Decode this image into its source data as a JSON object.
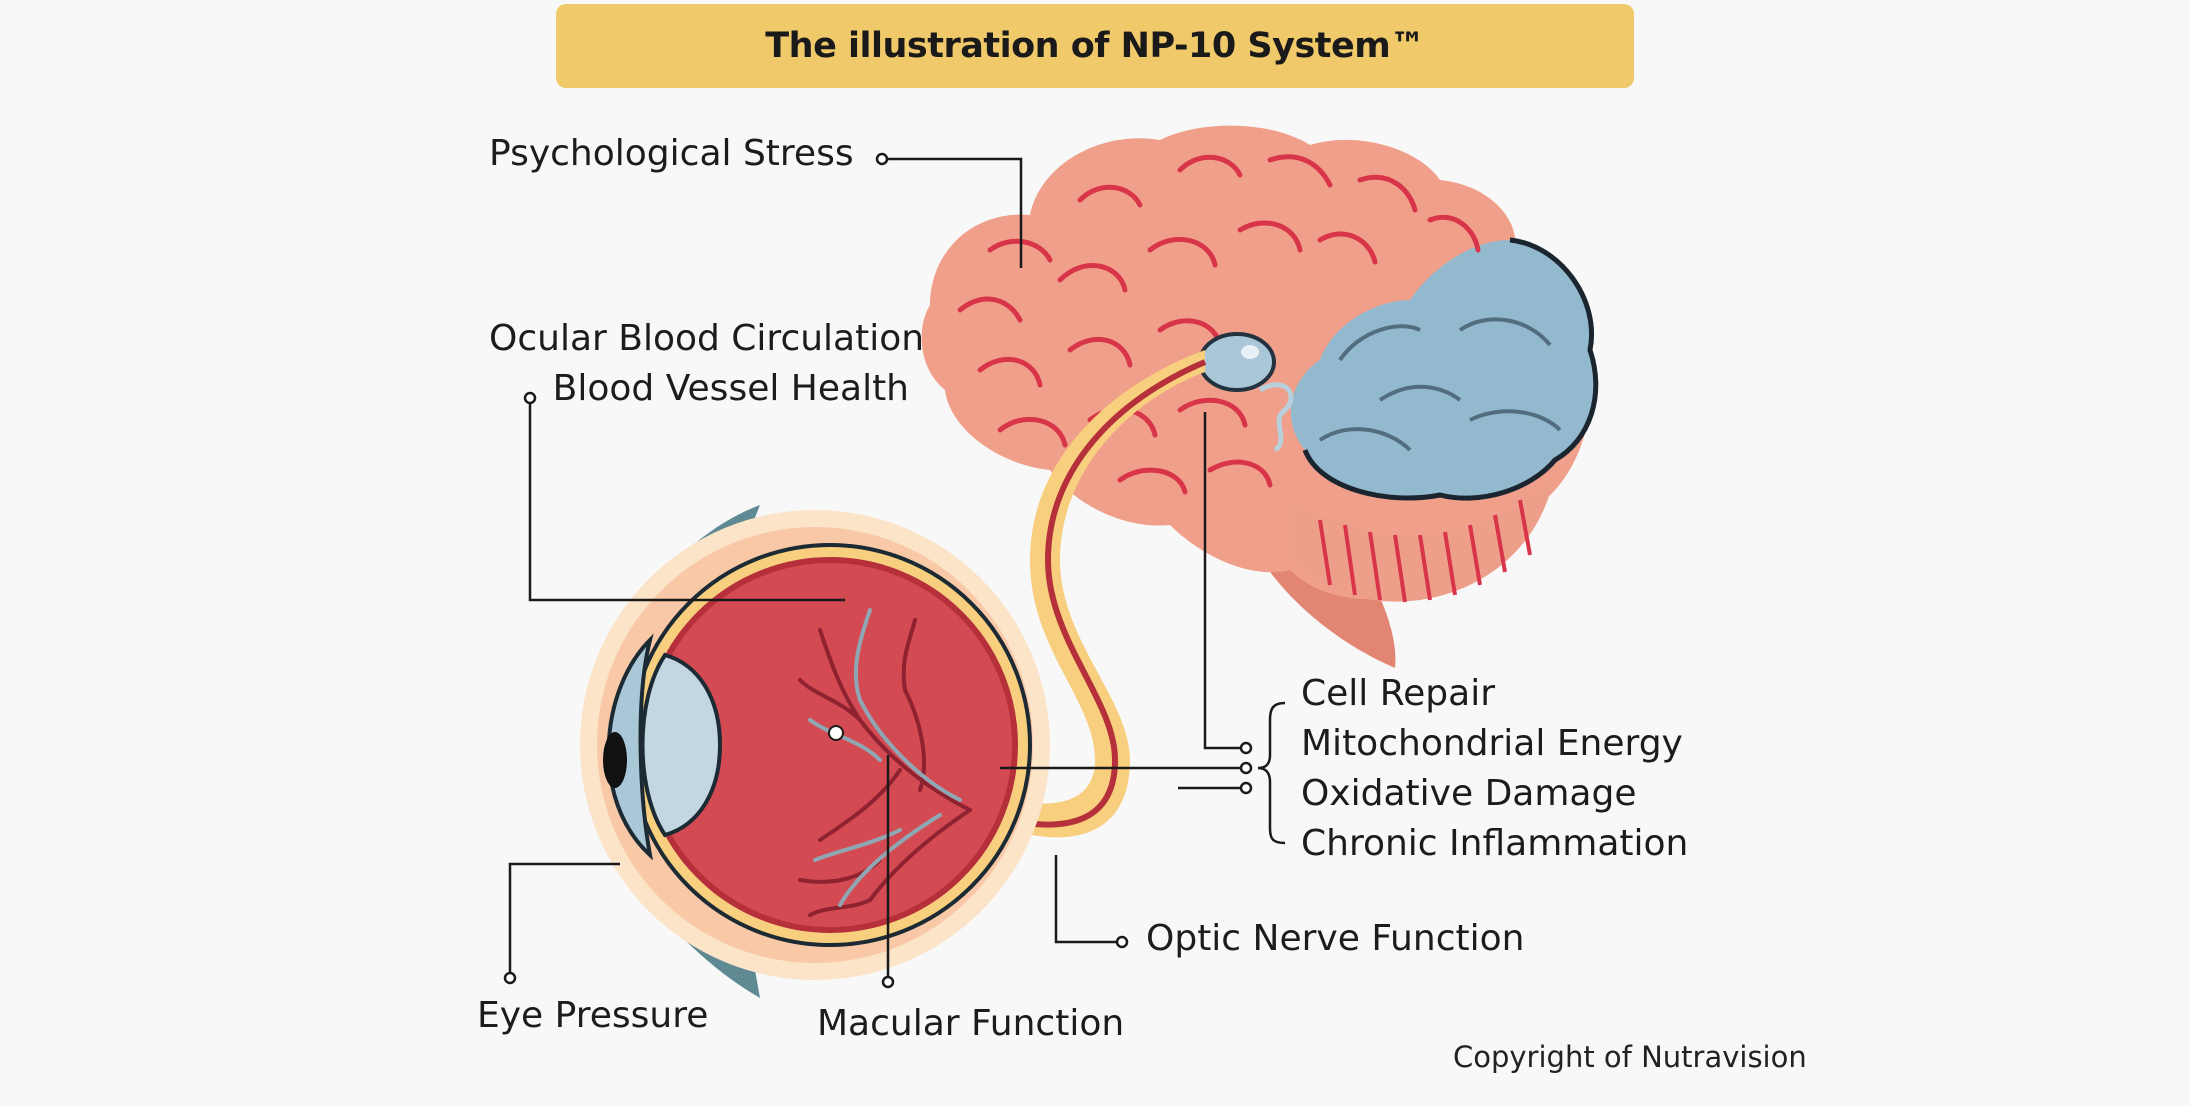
{
  "title": "The illustration of NP-10 System™",
  "labels": {
    "psychological_stress": "Psychological Stress",
    "ocular_blood_circulation": "Ocular Blood Circulation",
    "blood_vessel_health": "Blood Vessel Health",
    "cell_repair": "Cell Repair",
    "mitochondrial_energy": "Mitochondrial Energy",
    "oxidative_damage": "Oxidative Damage",
    "chronic_inflammation": "Chronic Inflammation",
    "optic_nerve_function": "Optic Nerve Function",
    "eye_pressure": "Eye Pressure",
    "macular_function": "Macular Function"
  },
  "copyright": "Copyright of Nutravision",
  "colors": {
    "banner": "#f0c96a",
    "brain_pink": "#f0a08a",
    "brain_groove": "#d8344a",
    "cerebellum_blue": "#93b9cf",
    "eye_red": "#d44a52",
    "eye_halo": "#fbe4c8",
    "nerve_yellow": "#f7cf7f",
    "leader_line": "#1a1a1a"
  }
}
